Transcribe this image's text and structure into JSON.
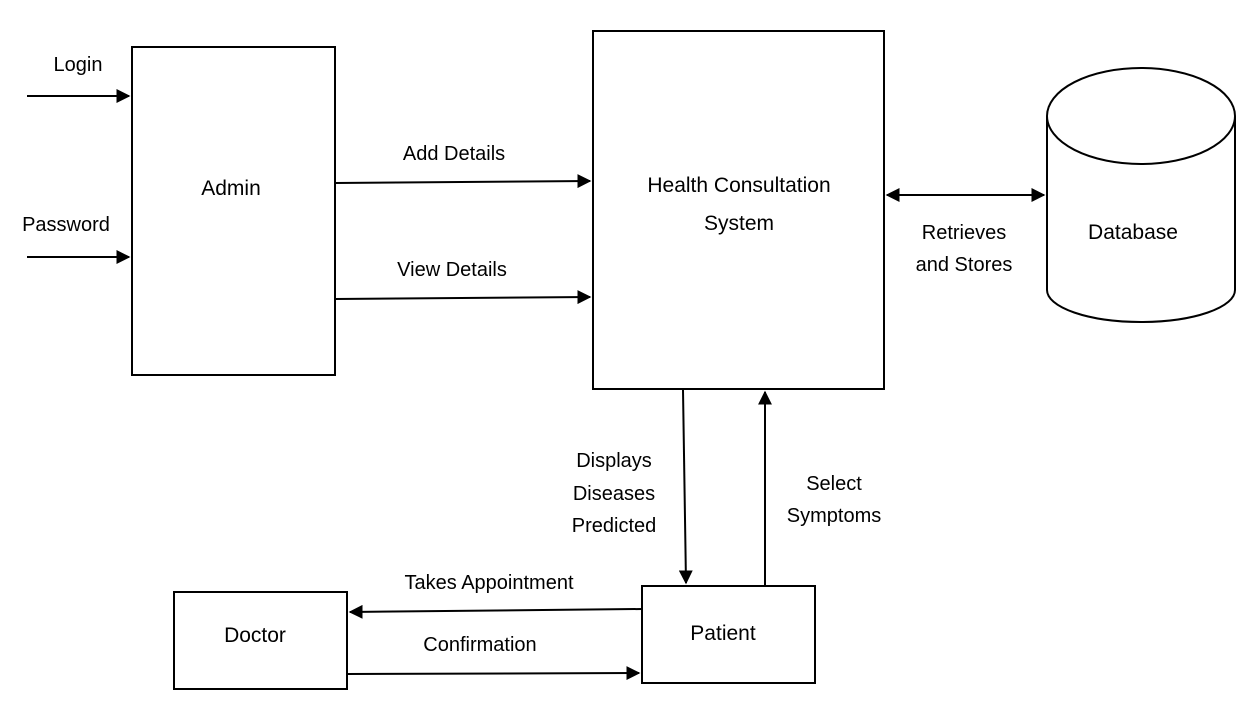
{
  "nodes": {
    "admin": "Admin",
    "system_line1": "Health Consultation",
    "system_line2": "System",
    "database": "Database",
    "doctor": "Doctor",
    "patient": "Patient"
  },
  "flows": {
    "login": "Login",
    "password": "Password",
    "add_details": "Add Details",
    "view_details": "View Details",
    "retrieves_line1": "Retrieves",
    "retrieves_line2": "and Stores",
    "displays_line1": "Displays",
    "displays_line2": "Diseases",
    "displays_line3": "Predicted",
    "select_line1": "Select",
    "select_line2": "Symptoms",
    "takes_appointment": "Takes Appointment",
    "confirmation": "Confirmation"
  }
}
